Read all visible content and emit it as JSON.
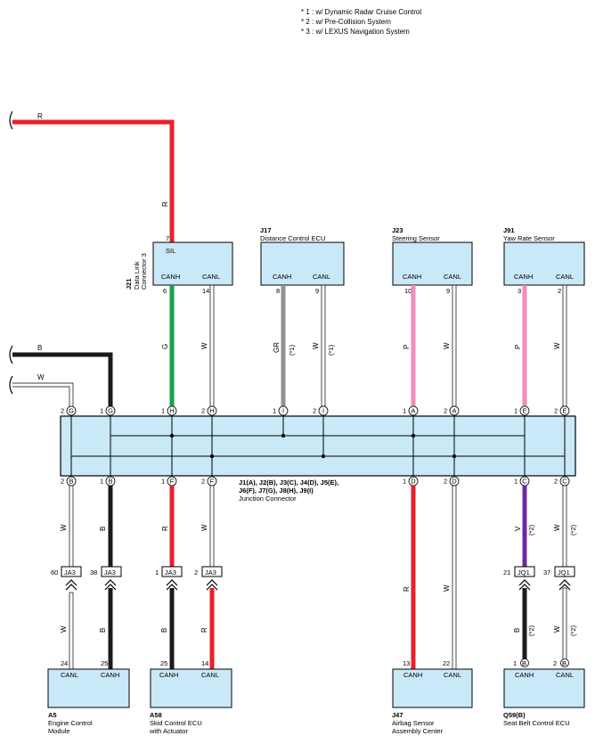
{
  "legend": {
    "note1": "* 1 : w/ Dynamic Radar Cruise Control",
    "note2": "* 2 : w/ Pre-Collision System",
    "note3": "* 3 : w/ LEXUS Navigation System"
  },
  "colors": {
    "R": "#e8202a",
    "G": "#1aa04a",
    "B": "#1a1a1a",
    "W": "#ffffff",
    "GR": "#909090",
    "P": "#f28cbe",
    "V": "#6a2c9c",
    "box": "#c9e8f8"
  },
  "top_feed": {
    "wire_color": "R"
  },
  "left_feeds": {
    "b_label": "B",
    "w_label": "W"
  },
  "j21": {
    "id": "J21",
    "name_line1": "Data Link",
    "name_line2": "Connector 3",
    "sil_label": "SIL",
    "sil_pin": "7",
    "canh_label": "CANH",
    "canl_label": "CANL",
    "canh_pin": "6",
    "canl_pin": "14",
    "wire_r_label": "R",
    "wire_g_label": "G",
    "wire_w_label": "W"
  },
  "j17": {
    "id": "J17",
    "name": "Distance Control ECU",
    "canh_label": "CANH",
    "canl_label": "CANL",
    "canh_pin": "8",
    "canl_pin": "9",
    "wire_gr_label": "GR",
    "wire_w_label": "W",
    "note": "(*1)"
  },
  "j23": {
    "id": "J23",
    "name": "Steering Sensor",
    "canh_label": "CANH",
    "canl_label": "CANL",
    "canh_pin": "10",
    "canl_pin": "9",
    "wire_p_label": "P",
    "wire_w_label": "W"
  },
  "j91": {
    "id": "J91",
    "name": "Yaw Rate Sensor",
    "canh_label": "CANH",
    "canl_label": "CANL",
    "canh_pin": "3",
    "canl_pin": "2",
    "wire_p_label": "P",
    "wire_w_label": "W"
  },
  "junction": {
    "line1": "J1(A),  J2(B),  J3(C),  J4(D),  J5(E),",
    "line2": "J6(F),  J7(G),  J8(H),  J9(I)",
    "name": "Junction Connector",
    "top_pins": [
      "2",
      "1",
      "1",
      "2",
      "1",
      "2",
      "1",
      "2",
      "1",
      "2"
    ],
    "top_letters": [
      "G",
      "G",
      "H",
      "H",
      "I",
      "I",
      "A",
      "A",
      "E",
      "E"
    ],
    "bottom_pins": [
      "2",
      "1",
      "1",
      "2",
      "1",
      "2",
      "1",
      "2"
    ],
    "bottom_letters": [
      "B",
      "B",
      "F",
      "F",
      "D",
      "D",
      "C",
      "C"
    ]
  },
  "connectors": {
    "ja3": "JA3",
    "jq1": "JQ1",
    "pin60": "60",
    "pin38": "38",
    "pin1": "1",
    "pin2": "2",
    "pin21": "21",
    "pin37": "37"
  },
  "a5": {
    "id": "A5",
    "name_line1": "Engine Control",
    "name_line2": "Module",
    "canl_label": "CANL",
    "canh_label": "CANH",
    "canl_pin": "24",
    "canh_pin": "25"
  },
  "a58": {
    "id": "A58",
    "name_line1": "Skid Control ECU",
    "name_line2": "with Actuator",
    "canh_label": "CANH",
    "canl_label": "CANL",
    "canh_pin": "25",
    "canl_pin": "14"
  },
  "j47": {
    "id": "J47",
    "name_line1": "Airbag Sensor",
    "name_line2": "Assembly Center",
    "canh_label": "CANH",
    "canl_label": "CANL",
    "canh_pin": "13",
    "canl_pin": "22"
  },
  "q59": {
    "id": "Q59(B)",
    "name": "Seat Belt Control ECU",
    "canh_label": "CANH",
    "canl_label": "CANL",
    "canh_pin": "1",
    "canl_pin": "2",
    "canh_letter": "B",
    "canl_letter": "B"
  },
  "lower_wires": {
    "w": "W",
    "b": "B",
    "r": "R",
    "v": "V",
    "note2": "(*2)"
  }
}
